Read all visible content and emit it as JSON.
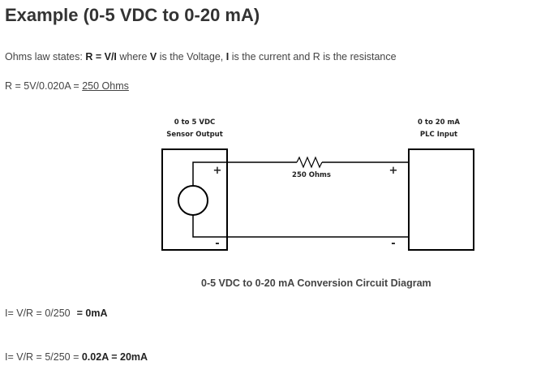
{
  "title": "Example (0-5 VDC to 0-20 mA)",
  "ohms_law": {
    "prefix": "Ohms law states: ",
    "formula": "R = V/I",
    "where": " where ",
    "v": "V",
    "v_desc": " is the Voltage, ",
    "i": "I",
    "i_desc": " is the current and R is the resistance"
  },
  "resistance_calc": {
    "expression": "R = 5V/0.020A = ",
    "result": "250 Ohms"
  },
  "diagram": {
    "sensor_label_line1": "0 to 5 VDC",
    "sensor_label_line2": "Sensor Output",
    "plc_label_line1": "0 to 20 mA",
    "plc_label_line2": "PLC Input",
    "resistor_label": "250 Ohms",
    "plus_sign": "+",
    "minus_sign": "-",
    "caption": "0-5 VDC to 0-20 mA Conversion Circuit Diagram"
  },
  "current_zero": {
    "expression": "I= V/R = 0/250",
    "result": "= 0mA"
  },
  "current_max": {
    "expression": "I= V/R = 5/250 = ",
    "result": "0.02A = 20mA"
  }
}
